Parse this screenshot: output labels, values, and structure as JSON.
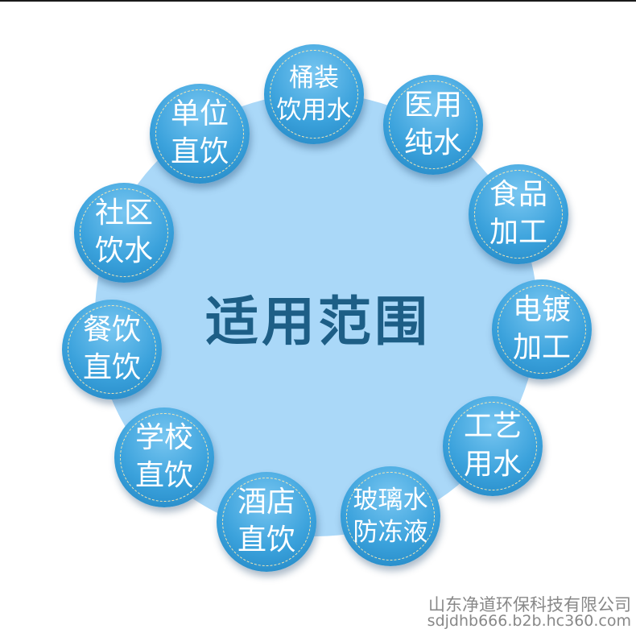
{
  "center": {
    "title": "适用范围"
  },
  "bubbles": [
    {
      "label": "桶装\n饮用水"
    },
    {
      "label": "医用\n纯水"
    },
    {
      "label": "食品\n加工"
    },
    {
      "label": "电镀\n加工"
    },
    {
      "label": "工艺\n用水"
    },
    {
      "label": "玻璃水\n防冻液"
    },
    {
      "label": "酒店\n直饮"
    },
    {
      "label": "学校\n直饮"
    },
    {
      "label": "餐饮\n直饮"
    },
    {
      "label": "社区\n饮水"
    },
    {
      "label": "单位\n直饮"
    }
  ],
  "footer": {
    "company": "山东净道环保科技有限公司",
    "url": "sdjdhb666.b2b.hc360.com"
  },
  "colors": {
    "center_disc": "#aad8f8",
    "center_text": "#1d5e86",
    "bubble_blue": "#3ba2dc",
    "dashed_ring": "#f2e6b4"
  }
}
